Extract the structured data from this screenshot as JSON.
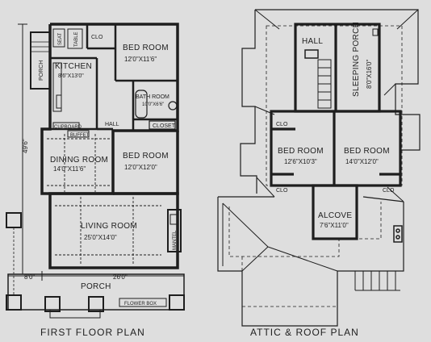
{
  "first_floor": {
    "caption": "FIRST FLOOR PLAN",
    "overall_depth": "49'6\"",
    "overall_left": "8'0\"",
    "overall_width": "26'0\"",
    "rooms": {
      "porch_back": "PORCH",
      "seat": "SEAT",
      "table": "TABLE",
      "closet_top": "CLO",
      "kitchen": {
        "name": "KITCHEN",
        "dims": "8'6\"X13'0\""
      },
      "bed_room_1": {
        "name": "BED ROOM",
        "dims": "12'0\"X11'6\""
      },
      "bath_room": {
        "name": "BATH ROOM",
        "dims": "10'0\"X6'6\""
      },
      "hall": "HALL",
      "closet": "CLOSET",
      "cupboard": "CUPBOARD",
      "buffet": "BUFFET",
      "dining_room": {
        "name": "DINING ROOM",
        "dims": "14'0\"X11'6\""
      },
      "bed_room_2": {
        "name": "BED ROOM",
        "dims": "12'0\"X12'0\""
      },
      "living_room": {
        "name": "LIVING ROOM",
        "dims": "25'0\"X14'0\""
      },
      "mantel": "MANTEL",
      "porch_front": "PORCH",
      "flower_box": "FLOWER BOX"
    }
  },
  "attic": {
    "caption": "ATTIC & ROOF PLAN",
    "rooms": {
      "hall": "HALL",
      "sleeping_porch": {
        "name": "SLEEPING PORCH",
        "dims": "8'0\"X16'0\""
      },
      "clo_left": "CLO",
      "bed_room_1": {
        "name": "BED ROOM",
        "dims": "12'6\"X10'3\""
      },
      "bed_room_2": {
        "name": "BED ROOM",
        "dims": "14'0\"X12'0\""
      },
      "clo_bottom_left": "CLO",
      "clo_bottom_right": "CLO",
      "alcove": {
        "name": "ALCOVE",
        "dims": "7'6\"X11'0\""
      }
    }
  }
}
